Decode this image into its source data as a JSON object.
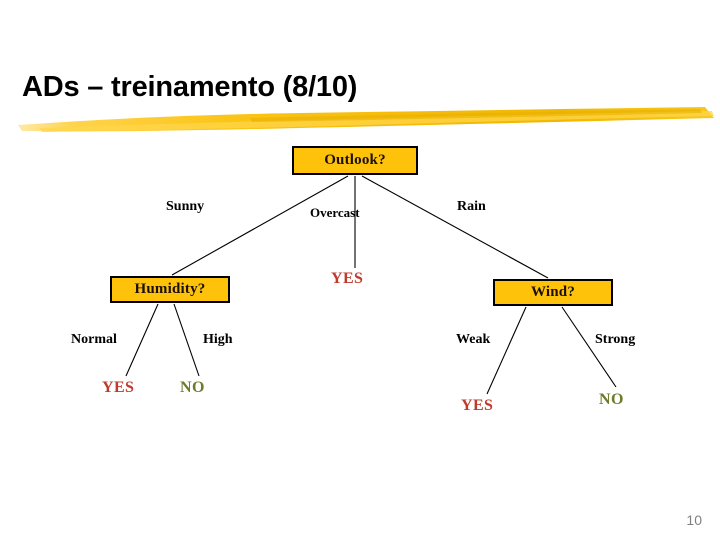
{
  "slide": {
    "title": "ADs – treinamento (8/10)",
    "page_number": "10",
    "accent_color": "#FFC20A",
    "yes_color": "#C0392B",
    "no_color": "#6E7B2B",
    "background_color": "#FFFFFF"
  },
  "tree": {
    "root": {
      "label": "Outlook?"
    },
    "nodes": [
      {
        "label": "Humidity?"
      },
      {
        "label": "Wind?"
      }
    ],
    "edge_labels": {
      "sunny": "Sunny",
      "overcast": "Overcast",
      "rain": "Rain",
      "normal": "Normal",
      "high": "High",
      "weak": "Weak",
      "strong": "Strong"
    },
    "leaves": {
      "overcast_yes": "YES",
      "humidity_normal_yes": "YES",
      "humidity_high_no": "NO",
      "wind_weak_yes": "YES",
      "wind_strong_no": "NO"
    }
  }
}
